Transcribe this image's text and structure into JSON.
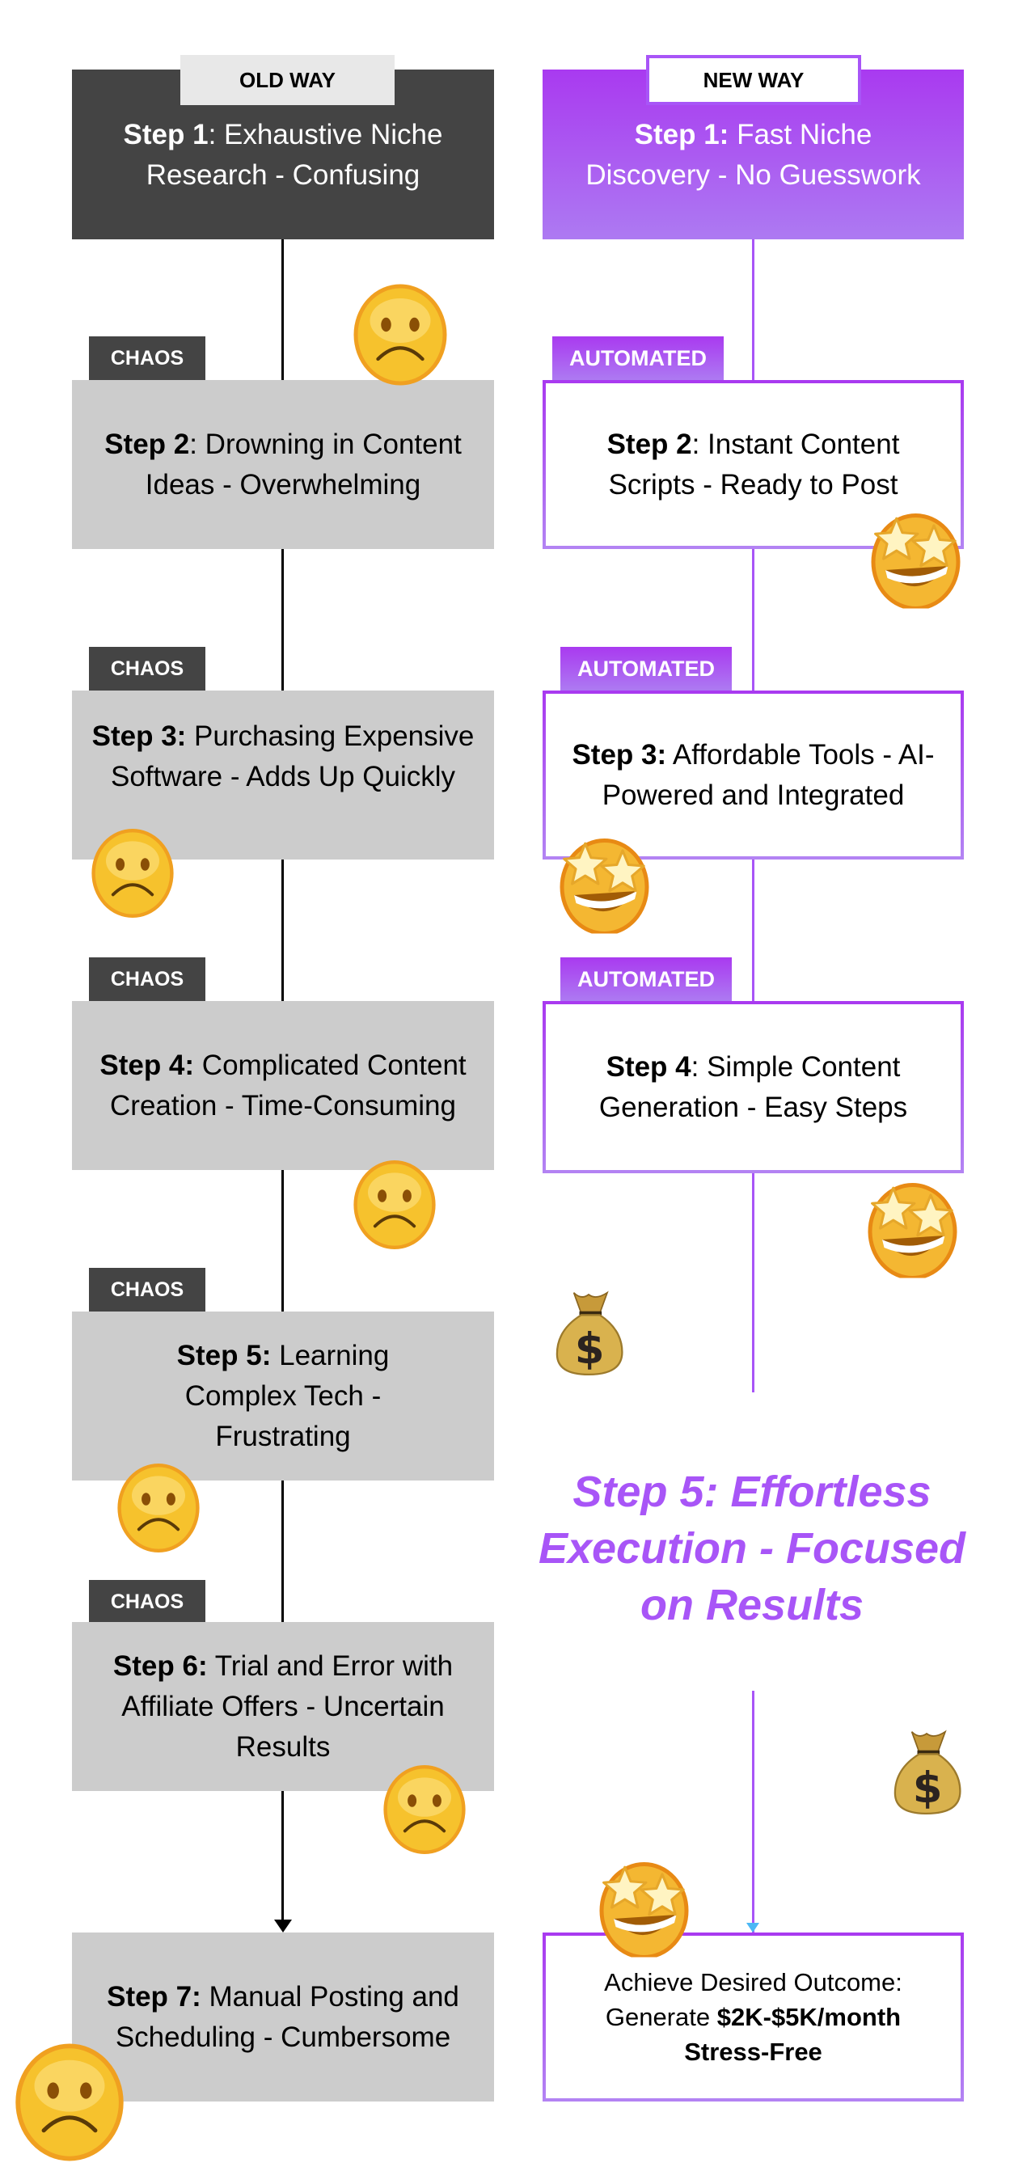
{
  "colors": {
    "old_dark": "#444444",
    "old_box": "#cccccc",
    "old_label_bg": "#e8e8e8",
    "purple": "#a855f7",
    "arrow_blue": "#4cb8f5"
  },
  "old_way": {
    "label": "OLD WAY",
    "step1": {
      "bold": "Step 1",
      "text": ": Exhaustive Niche Research - Confusing"
    },
    "tag": "CHAOS",
    "steps": [
      {
        "bold": "Step 2",
        "text": ": Drowning in Content Ideas - Overwhelming"
      },
      {
        "bold": "Step 3:",
        "text": " Purchasing Expensive Software - Adds Up Quickly"
      },
      {
        "bold": "Step 4:",
        "text": " Complicated Content Creation - Time-Consuming"
      },
      {
        "bold": "Step 5:",
        "text": " Learning Complex Tech - Frustrating"
      },
      {
        "bold": "Step 6:",
        "text": " Trial and Error with Affiliate Offers - Uncertain Results"
      },
      {
        "bold": "Step 7:",
        "text": " Manual Posting and Scheduling - Cumbersome"
      }
    ]
  },
  "new_way": {
    "label": "NEW WAY",
    "step1": {
      "bold": "Step 1:",
      "text": " Fast Niche Discovery - No Guesswork"
    },
    "tag": "AUTOMATED",
    "steps": [
      {
        "bold": "Step 2",
        "text": ": Instant Content Scripts - Ready to Post"
      },
      {
        "bold": "Step 3:",
        "text": " Affordable Tools - AI-Powered and Integrated"
      },
      {
        "bold": "Step 4",
        "text": ": Simple Content Generation - Easy Steps"
      }
    ],
    "step5_heading": "Step 5: Effortless Execution - Focused on Results",
    "outcome": {
      "line1": "Achieve Desired Outcome:",
      "generate": "Generate ",
      "amount": "$2K-$5K/month",
      "suffix": "Stress-Free"
    }
  },
  "icons": {
    "sad": "☹",
    "star_struck": "🤩",
    "money_bag": "💰"
  }
}
